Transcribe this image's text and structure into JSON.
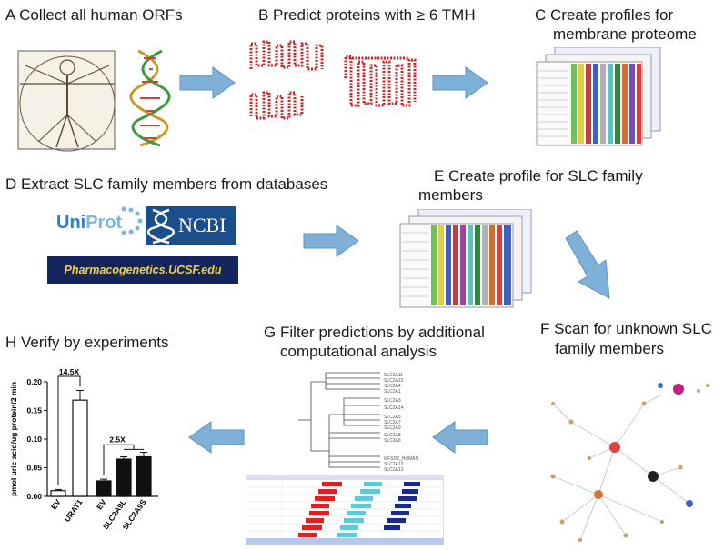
{
  "steps": {
    "a": "A  Collect all human ORFs",
    "b": "B  Predict proteins with ≥ 6 TMH",
    "c1": "C  Create profiles for",
    "c2": "membrane proteome",
    "d": "D  Extract SLC family members from databases",
    "e1": "E  Create profile for SLC family",
    "e2": "members",
    "f1": "F  Scan for unknown SLC",
    "f2": "family members",
    "g1": "G  Filter predictions by additional",
    "g2": "computational analysis",
    "h": "H  Verify by experiments"
  },
  "logos": {
    "uniprot_a": "Uni",
    "uniprot_b": "Prot",
    "ncbi": "NCBI",
    "pharma": "Pharmacogenetics.UCSF.edu"
  },
  "chart_data": {
    "type": "bar",
    "ylabel": "pmol uric acid/ug protein/2 min",
    "ylim": [
      0,
      0.2
    ],
    "yticks": [
      "0.00",
      "0.05",
      "0.10",
      "0.15",
      "0.20"
    ],
    "categories": [
      "EV",
      "URAT1",
      "EV",
      "SLC2A9L",
      "SLC2A9S"
    ],
    "values": [
      0.01,
      0.168,
      0.027,
      0.065,
      0.069
    ],
    "fills": [
      "#ffffff",
      "#ffffff",
      "#111111",
      "#111111",
      "#111111"
    ],
    "annotations": [
      "14.5X",
      "2.5X"
    ]
  },
  "tree_labels": [
    "SLC2A11",
    "SLC2A10",
    "SLC2A4",
    "SLC2A1",
    "SLC2A3",
    "SLC2A14",
    "SLC2A5",
    "SLC2A7",
    "SLC2A9",
    "SLC2A8",
    "SLC2A6",
    "MFSD2_HUMAN",
    "SLC2A12",
    "SLC2A13"
  ],
  "colors": {
    "arrow_fill": "#7fb1d8",
    "arrow_stroke": "#5b93c2",
    "helix": "#d32020"
  }
}
